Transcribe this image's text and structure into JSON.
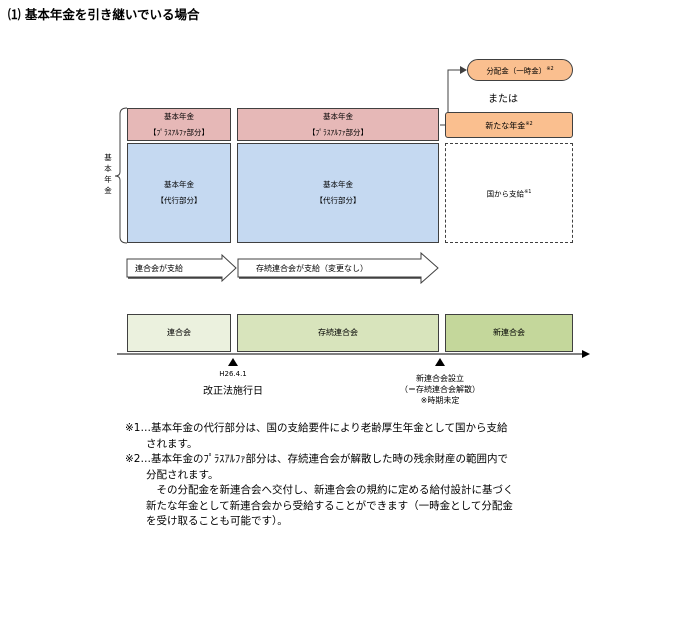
{
  "title": "⑴ 基本年金を引き継いでいる場合",
  "side_label": "基本年金",
  "left_column": {
    "pink_line1": "基本年金",
    "pink_line2": "【ﾌﾟﾗｽｱﾙﾌｧ部分】",
    "blue_line1": "基本年金",
    "blue_line2": "【代行部分】"
  },
  "mid_column": {
    "pink_line1": "基本年金",
    "pink_line2": "【ﾌﾟﾗｽｱﾙﾌｧ部分】",
    "blue_line1": "基本年金",
    "blue_line2": "【代行部分】"
  },
  "right_column": {
    "lump_sum": "分配金（一時金）",
    "lump_sum_mark": "※2",
    "or": "または",
    "new_pension": "新たな年金",
    "new_pension_mark": "※2",
    "state_pay": "国から支給",
    "state_pay_mark": "※1"
  },
  "arrows": {
    "left": "連合会が支給",
    "right": "存続連合会が支給（変更なし）"
  },
  "timeline": {
    "seg1": "連合会",
    "seg2": "存続連合会",
    "seg3": "新連合会",
    "m1_date": "H26.4.1",
    "m1_label": "改正法施行日",
    "m2_line1": "新連合会設立",
    "m2_line2": "（＝存続連合会解散）",
    "m2_line3": "※時期未定"
  },
  "notes": [
    "※1…基本年金の代行部分は、国の支給要件により老齢厚生年金として国から支給",
    "　　されます。",
    "※2…基本年金のﾌﾟﾗｽｱﾙﾌｧ部分は、存続連合会が解散した時の残余財産の範囲内で",
    "　　分配されます。",
    "　　　その分配金を新連合会へ交付し、新連合会の規約に定める給付設計に基づく",
    "　　新たな年金として新連合会から受給することができます（一時金として分配金",
    "　　を受け取ることも可能です）。"
  ],
  "colors": {
    "pink": "#e6b8b7",
    "blue": "#c5d9f1",
    "orange": "#fabf8f",
    "green_light": "#ebf1de",
    "green_mid": "#d8e4bc",
    "green_dark": "#c4d79b"
  }
}
